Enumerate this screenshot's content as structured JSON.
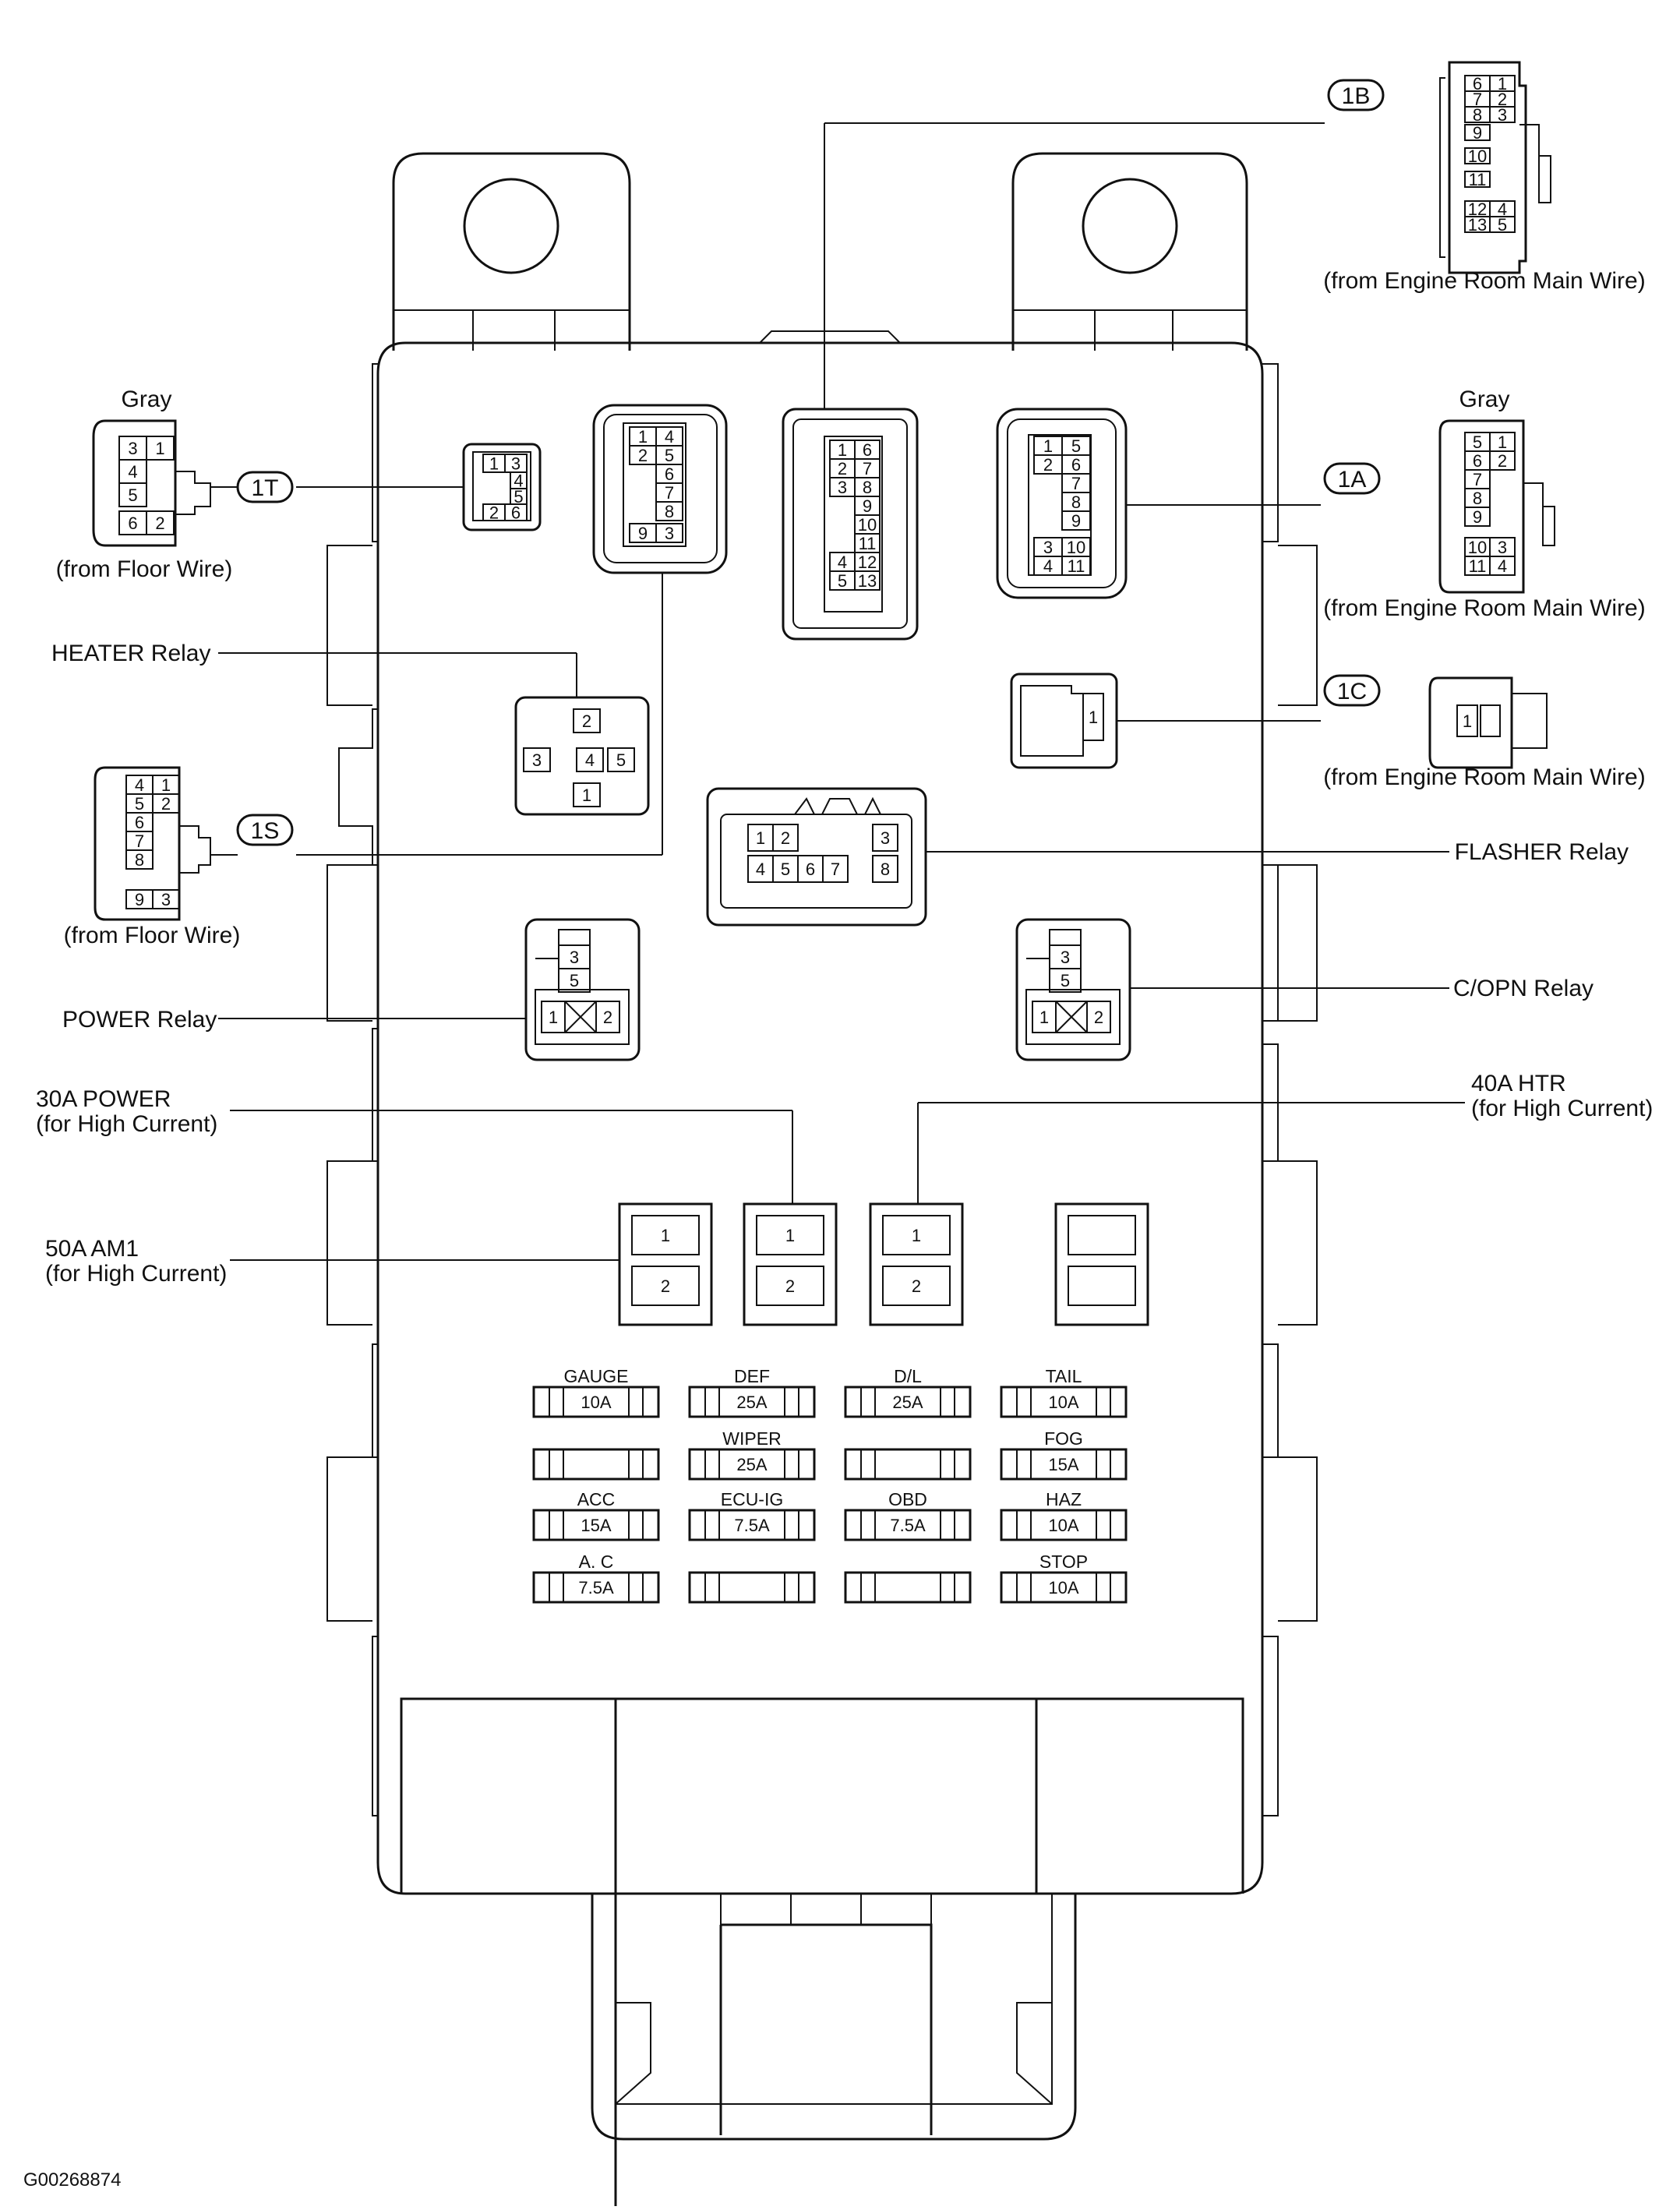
{
  "labels": {
    "conn_1b_id": "1B",
    "conn_1b_from": "(from Engine Room Main Wire)",
    "conn_1t_color": "Gray",
    "conn_1t_id": "1T",
    "conn_1t_from": "(from Floor Wire)",
    "conn_1a_color": "Gray",
    "conn_1a_id": "1A",
    "conn_1a_from": "(from Engine Room Main Wire)",
    "conn_1c_id": "1C",
    "conn_1c_from": "(from Engine Room Main Wire)",
    "conn_1s_id": "1S",
    "conn_1s_from": "(from Floor Wire)",
    "heater_relay": "HEATER Relay",
    "flasher_relay": "FLASHER Relay",
    "power_relay": "POWER Relay",
    "copn_relay": "C/OPN Relay",
    "fuse_30a_line1": "30A POWER",
    "fuse_30a_line2": "(for High Current)",
    "fuse_40a_line1": "40A HTR",
    "fuse_40a_line2": "(for High Current)",
    "fuse_50a_line1": "50A AM1",
    "fuse_50a_line2": "(for High Current)",
    "figure_code": "G00268874"
  },
  "fuses": [
    {
      "name": "GAUGE",
      "rating": "10A"
    },
    {
      "name": "DEF",
      "rating": "25A"
    },
    {
      "name": "D/L",
      "rating": "25A"
    },
    {
      "name": "TAIL",
      "rating": "10A"
    },
    {
      "name": "",
      "rating": ""
    },
    {
      "name": "WIPER",
      "rating": "25A"
    },
    {
      "name": "",
      "rating": ""
    },
    {
      "name": "FOG",
      "rating": "15A"
    },
    {
      "name": "ACC",
      "rating": "15A"
    },
    {
      "name": "ECU-IG",
      "rating": "7.5A"
    },
    {
      "name": "OBD",
      "rating": "7.5A"
    },
    {
      "name": "HAZ",
      "rating": "10A"
    },
    {
      "name": "A. C",
      "rating": "7.5A"
    },
    {
      "name": "",
      "rating": ""
    },
    {
      "name": "",
      "rating": ""
    },
    {
      "name": "STOP",
      "rating": "10A"
    }
  ],
  "hc_fuse_pins": [
    "1",
    "2"
  ],
  "pins": {
    "1T_socket": [
      "1",
      "3",
      "4",
      "5",
      "2",
      "6"
    ],
    "1T_plug": [
      "3",
      "1",
      "4",
      "5",
      "6",
      "2"
    ],
    "1S_socket": [
      "1",
      "4",
      "2",
      "5",
      "6",
      "7",
      "8",
      "3",
      "9"
    ],
    "1S_plug": [
      "4",
      "1",
      "5",
      "2",
      "6",
      "7",
      "8",
      "9",
      "3"
    ],
    "1B_socket": [
      "1",
      "6",
      "2",
      "7",
      "3",
      "8",
      "9",
      "10",
      "11",
      "4",
      "12",
      "5",
      "13"
    ],
    "1B_plug": [
      "6",
      "1",
      "7",
      "2",
      "8",
      "3",
      "9",
      "10",
      "11",
      "12",
      "4",
      "13",
      "5"
    ],
    "1A_socket": [
      "1",
      "5",
      "2",
      "6",
      "7",
      "8",
      "9",
      "3",
      "10",
      "4",
      "11"
    ],
    "1A_plug": [
      "5",
      "1",
      "6",
      "2",
      "7",
      "8",
      "9",
      "10",
      "3",
      "11",
      "4"
    ],
    "1C_socket": [
      "1"
    ],
    "1C_plug": [
      "1"
    ],
    "heater": [
      "2",
      "3",
      "4",
      "5",
      "1"
    ],
    "flasher": [
      "1",
      "2",
      "3",
      "4",
      "5",
      "6",
      "7",
      "8"
    ],
    "power": [
      "3",
      "5",
      "1",
      "2"
    ],
    "copn": [
      "3",
      "5",
      "1",
      "2"
    ]
  }
}
